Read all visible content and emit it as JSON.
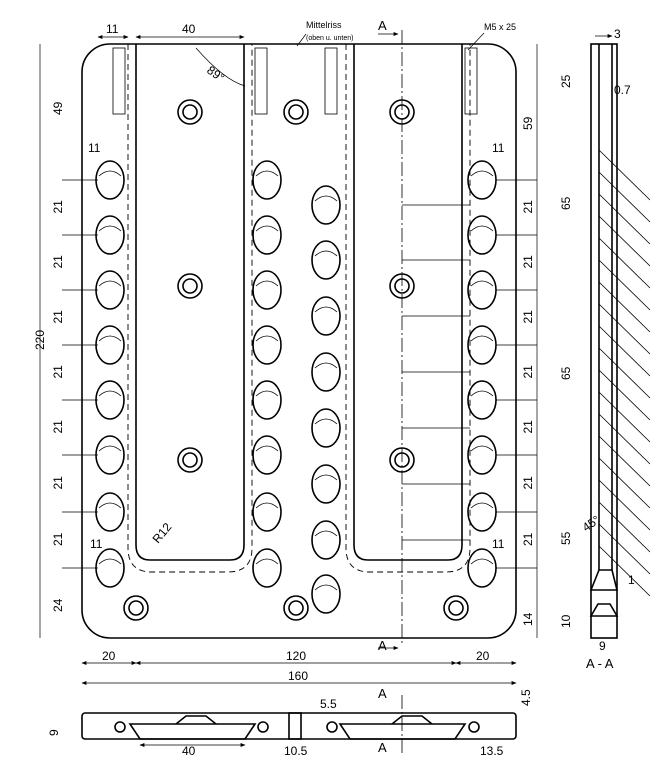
{
  "labels": {
    "scribe_line": "Mittelriss",
    "scribe_note": "(oben u. unten)",
    "thread": "M5 x 25",
    "section_marker": "A",
    "section_name": "A - A",
    "angle_89": "89°",
    "radius": "R12",
    "angle_45": "45°"
  },
  "dimensions": {
    "top_edge_offset": "11",
    "slot_width": "40",
    "side_thickness": "3",
    "top_offset": "49",
    "right_top_offset": "59",
    "row_offset_left": "11",
    "row_offset_right": "11",
    "row_pitch": "21",
    "overall_height": "220",
    "bottom_offset": "24",
    "bottom_right": "14",
    "lower_left_offset": "11",
    "lower_right_offset": "11",
    "bottom_edge_left": "20",
    "bottom_center": "120",
    "bottom_edge_right": "20",
    "overall_width": "160",
    "side_25": "25",
    "side_07": "0.7",
    "side_65a": "65",
    "side_65b": "65",
    "side_55": "55",
    "side_10": "10",
    "side_1": "1",
    "side_9": "9",
    "bottom_view_height": "9",
    "bottom_view_thick": "4.5",
    "bottom_view_55": "5.5",
    "bottom_view_40": "40",
    "bottom_view_105": "10.5",
    "bottom_view_135": "13.5"
  }
}
